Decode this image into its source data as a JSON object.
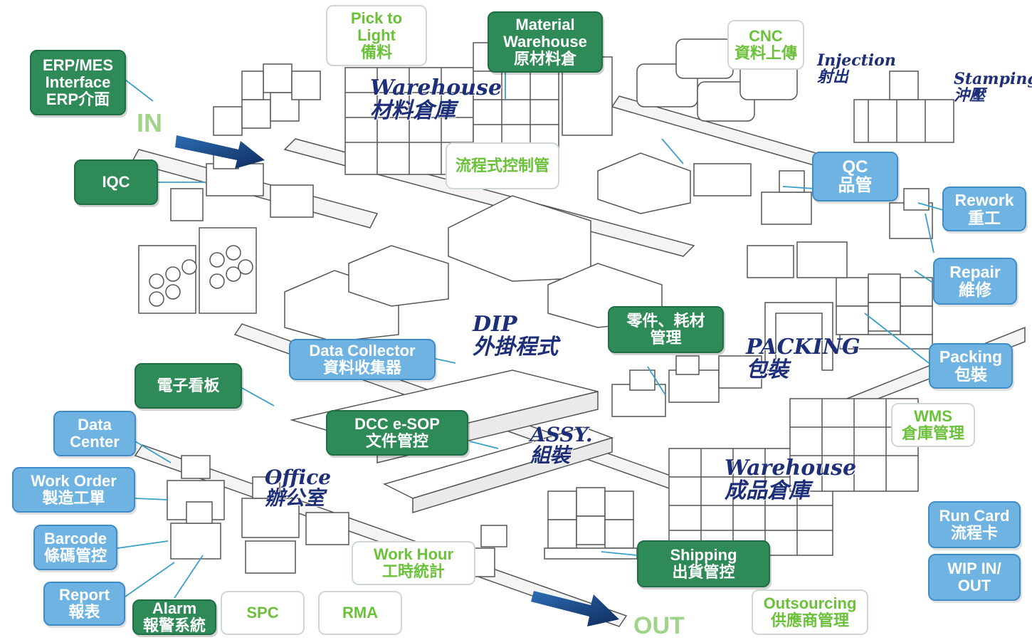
{
  "colors": {
    "dark_green": "#2e8b57",
    "light_blue": "#6fb3e3",
    "light_green_text": "#6cc13b",
    "script_navy": "#1e2f7a",
    "arrow_navy": "#1f4e8c"
  },
  "flow": {
    "in_label": "IN",
    "out_label": "OUT"
  },
  "modules": {
    "erp_mes": {
      "line1": "ERP/MES",
      "line2": "Interface",
      "line3": "ERP介面"
    },
    "iqc": {
      "line1": "IQC"
    },
    "pick_to_light": {
      "line1": "Pick to",
      "line2": "Light",
      "line3": "備料"
    },
    "material_warehouse": {
      "line1": "Material",
      "line2": "Warehouse",
      "line3": "原材料倉"
    },
    "cnc": {
      "line1": "CNC",
      "line2": "資料上傳"
    },
    "process_control": {
      "line1": "流程式控制管"
    },
    "qc": {
      "line1": "QC",
      "line2": "品管"
    },
    "rework": {
      "line1": "Rework",
      "line2": "重工"
    },
    "repair": {
      "line1": "Repair",
      "line2": "維修"
    },
    "parts_consumables": {
      "line1": "零件、耗材",
      "line2": "管理"
    },
    "data_collector": {
      "line1": "Data Collector",
      "line2": "資料收集器"
    },
    "e_board": {
      "line1": "電子看板"
    },
    "packing": {
      "line1": "Packing",
      "line2": "包裝"
    },
    "wms": {
      "line1": "WMS",
      "line2": "倉庫管理"
    },
    "data_center": {
      "line1": "Data",
      "line2": "Center"
    },
    "dcc_esop": {
      "line1": "DCC e-SOP",
      "line2": "文件管控"
    },
    "work_order": {
      "line1": "Work Order",
      "line2": "製造工單"
    },
    "barcode": {
      "line1": "Barcode",
      "line2": "條碼管控"
    },
    "report": {
      "line1": "Report",
      "line2": "報表"
    },
    "alarm": {
      "line1": "Alarm",
      "line2": "報警系統"
    },
    "spc": {
      "line1": "SPC"
    },
    "rma": {
      "line1": "RMA"
    },
    "work_hour": {
      "line1": "Work Hour",
      "line2": "工時統計"
    },
    "shipping": {
      "line1": "Shipping",
      "line2": "出貨管控"
    },
    "run_card": {
      "line1": "Run Card",
      "line2": "流程卡"
    },
    "wip": {
      "line1": "WIP IN/",
      "line2": "OUT"
    },
    "outsourcing": {
      "line1": "Outsourcing",
      "line2": "供應商管理"
    }
  },
  "areas": {
    "warehouse_material": {
      "line1": "Warehouse",
      "line2": "材料倉庫"
    },
    "injection": {
      "line1": "Injection",
      "line2": "射出"
    },
    "stamping": {
      "line1": "Stamping",
      "line2": "沖壓"
    },
    "dip": {
      "line1": "DIP",
      "line2": "外掛程式"
    },
    "packing_area": {
      "line1": "PACKING",
      "line2": "包裝"
    },
    "assy": {
      "line1": "ASSY.",
      "line2": "組裝"
    },
    "office": {
      "line1": "Office",
      "line2": "辦公室"
    },
    "warehouse_finished": {
      "line1": "Warehouse",
      "line2": "成品倉庫"
    }
  }
}
